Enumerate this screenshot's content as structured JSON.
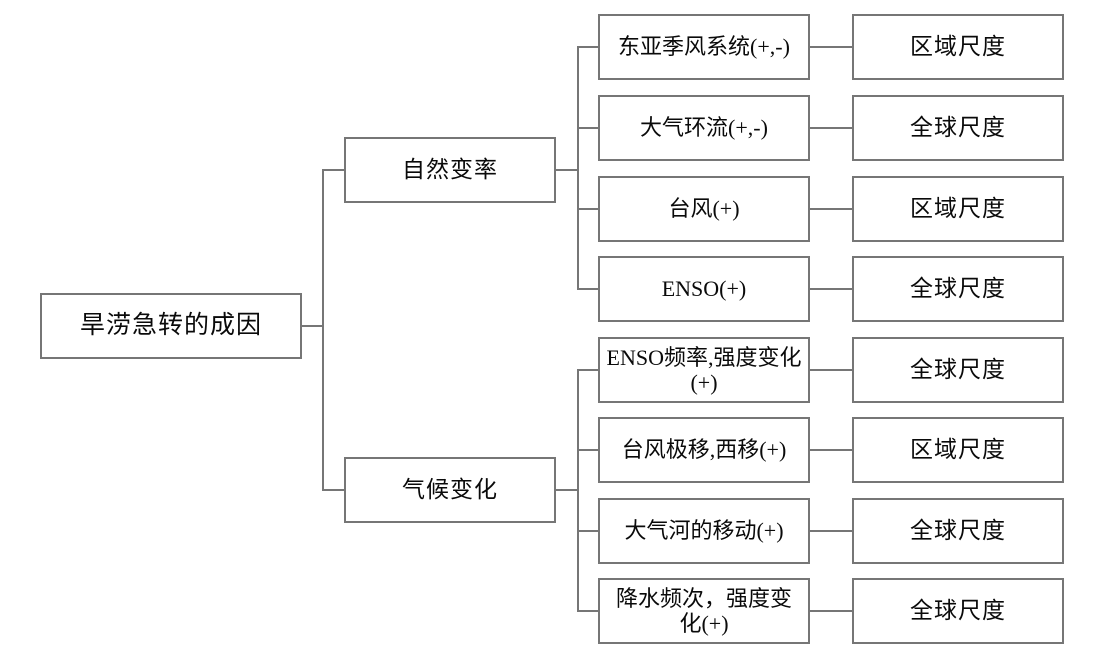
{
  "diagram": {
    "title": "旱涝急转的成因",
    "type": "hierarchy-tree",
    "colors": {
      "border": "#767676",
      "text": "#0a0a0a",
      "background": "#ffffff"
    },
    "root": {
      "label": "旱涝急转的成因"
    },
    "categories": [
      {
        "label": "自然变率"
      },
      {
        "label": "气候变化"
      }
    ],
    "branches": [
      {
        "category": "自然变率",
        "factors": [
          {
            "label": "东亚季风系统(+,-)",
            "scale": "区域尺度"
          },
          {
            "label": "大气环流(+,-)",
            "scale": "全球尺度"
          },
          {
            "label": "台风(+)",
            "scale": "区域尺度"
          },
          {
            "label": "ENSO(+)",
            "scale": "全球尺度"
          }
        ]
      },
      {
        "category": "气候变化",
        "factors": [
          {
            "label": "ENSO频率,强度变化(+)",
            "scale": "全球尺度"
          },
          {
            "label": "台风极移,西移(+)",
            "scale": "区域尺度"
          },
          {
            "label": "大气河的移动(+)",
            "scale": "全球尺度"
          },
          {
            "label": "降水频次，强度变化(+)",
            "scale": "全球尺度"
          }
        ]
      }
    ]
  }
}
